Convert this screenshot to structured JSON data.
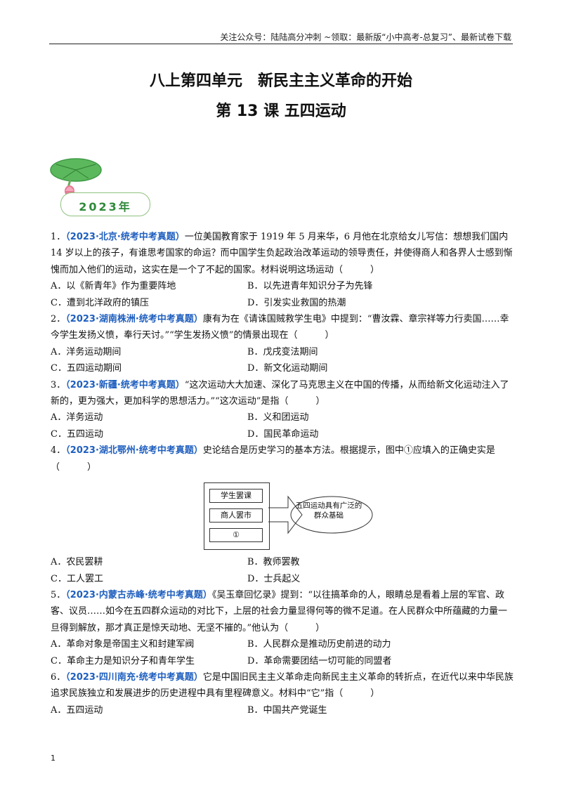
{
  "header": {
    "text": "关注公众号：陆陆高分冲刺 ~领取：最新版“小中高考-总复习”、最新试卷下载"
  },
  "title": {
    "unit": "八上第四单元　新民主主义革命的开始",
    "lesson": "第 13 课  五四运动"
  },
  "badge": {
    "year": "2023年"
  },
  "questions": [
    {
      "num": "1．",
      "source": "（2023·北京·统考中考真题）",
      "stem": "一位美国教育家于 1919 年 5 月来华，6 月他在北京给女儿写信：想想我们国内 14 岁以上的孩子，有谁思考国家的命运？而中国学生负起政治改革运动的领导责任，并使得商人和各界人士感到惭愧而加入他们的运动，这实在是一个了不起的国家。材料说明这场运动（　　　）",
      "options": [
        "A．以《新青年》作为重要阵地",
        "B．以先进青年知识分子为先锋",
        "C．遭到北洋政府的镇压",
        "D．引发实业救国的热潮"
      ]
    },
    {
      "num": "2．",
      "source": "（2023·湖南株洲·统考中考真题）",
      "stem": "康有为在《请诛国贼救学生电》中提到：“曹汝霖、章宗祥等力行卖国……幸今学生发扬义愤，奉行天讨。”“学生发扬义愤”的情景出现在（　　　）",
      "options": [
        "A．洋务运动期间",
        "B．戊戌变法期间",
        "C．五四运动期间",
        "D．新文化运动期间"
      ]
    },
    {
      "num": "3．",
      "source": "（2023·新疆·统考中考真题）",
      "stem": "“这次运动大大加速、深化了马克思主义在中国的传播，从而给新文化运动注入了新的，更为强大，更加科学的思想活力。”“这次运动”是指（　　　）",
      "options": [
        "A．洋务运动",
        "B．义和团运动",
        "C．五四运动",
        "D．国民革命运动"
      ]
    },
    {
      "num": "4．",
      "source": "（2023·湖北鄂州·统考中考真题）",
      "stem": "史论结合是历史学习的基本方法。根据提示，图中①应填入的正确史实是（　　　）",
      "figure": {
        "boxes": [
          "学生罢课",
          "商人罢市",
          "①"
        ],
        "callout": "五四运动具有广泛的群众基础"
      },
      "options": [
        "A．农民罢耕",
        "B．教师罢教",
        "C．工人罢工",
        "D．士兵起义"
      ]
    },
    {
      "num": "5．",
      "source": "（2023·内蒙古赤峰·统考中考真题）",
      "stem": "《吴玉章回忆录》提到：“以往搞革命的人，眼睛总是看着上层的军官、政客、议员……如今在五四群众运动的对比下，上层的社会力量显得何等的微不足道。在人民群众中所蕴藏的力量一旦得到解放，那才真正是惊天动地、无坚不摧的。”他认为（　　　）",
      "options": [
        "A．革命对象是帝国主义和封建军阀",
        "B．人民群众是推动历史前进的动力",
        "C．革命主力是知识分子和青年学生",
        "D．革命需要团结一切可能的同盟者"
      ]
    },
    {
      "num": "6．",
      "source": "（2023·四川南充·统考中考真题）",
      "stem": "它是中国旧民主主义革命走向新民主主义革命的转折点，在近代以来中华民族追求民族独立和发展进步的历史进程中具有里程碑意义。材料中“它”指（　　　）",
      "options": [
        "A．五四运动",
        "B．中国共产党诞生"
      ]
    }
  ],
  "footer": {
    "page_number": "1"
  },
  "colors": {
    "source_blue": "#1f5fbf",
    "badge_green": "#2f8a3a",
    "lotus_pink": "#e77a95"
  }
}
